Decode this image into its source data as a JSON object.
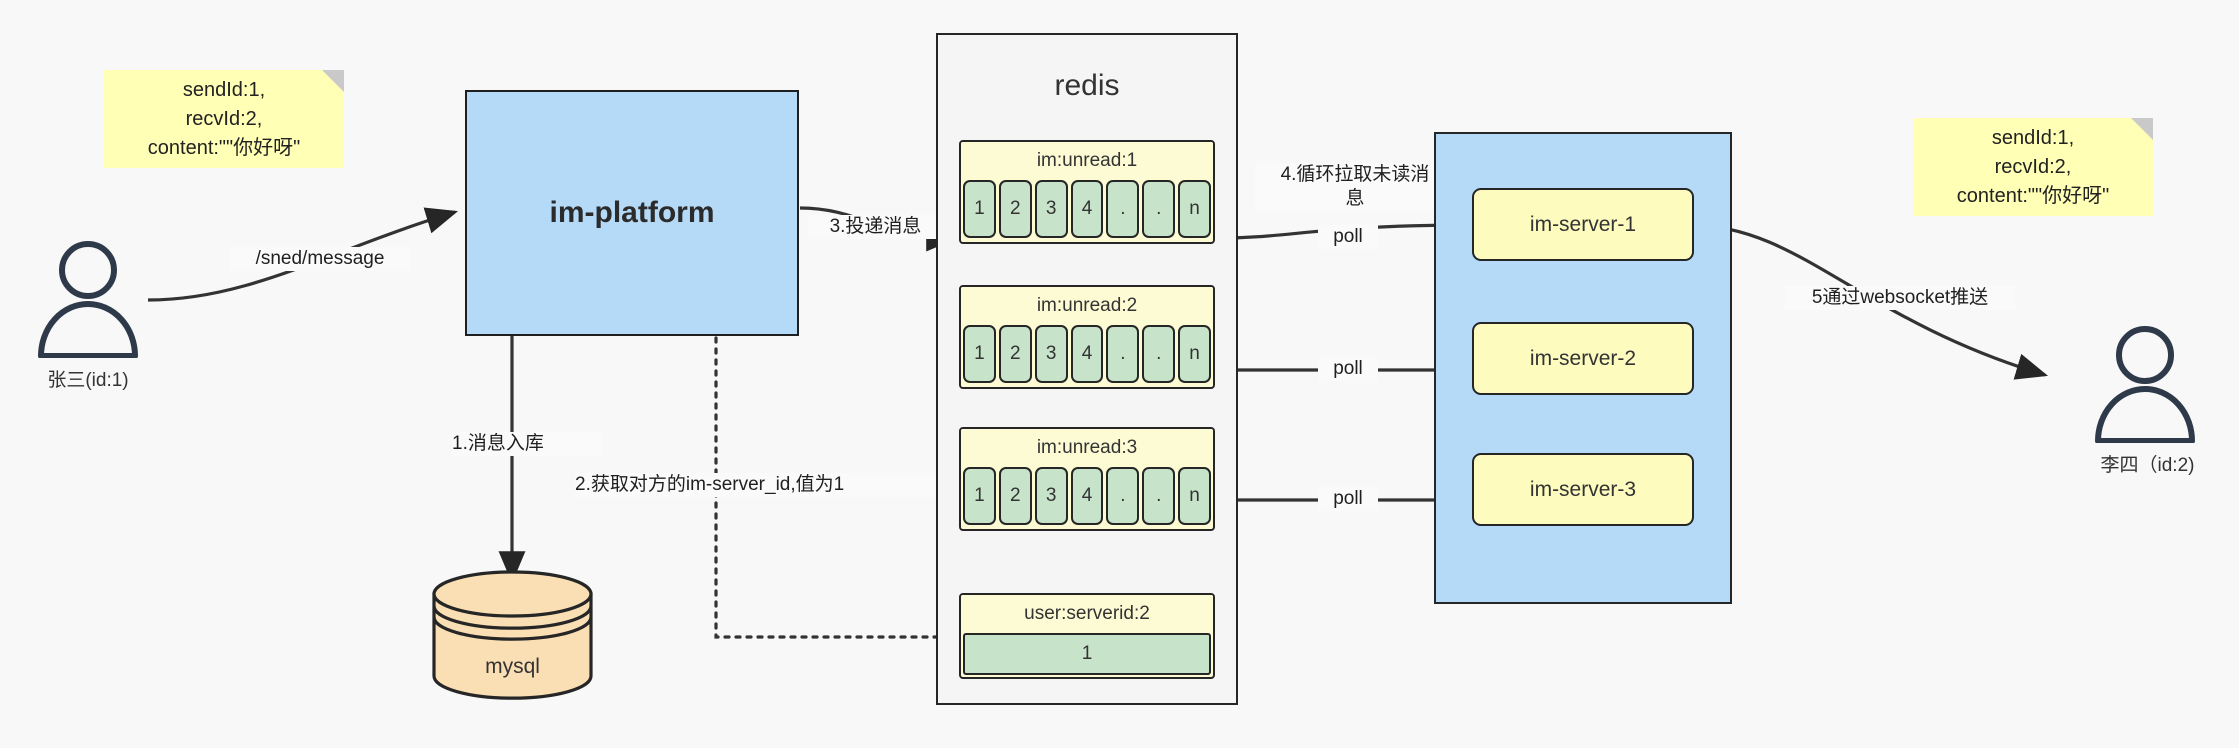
{
  "diagram": {
    "title": "IM message delivery architecture",
    "colors": {
      "note": "#ffffb5",
      "process": "#b5daf7",
      "redis_container": "#f5f5f5",
      "key_label": "#fdfbd4",
      "cell": "#c7e3ca",
      "server": "#fdfbbe",
      "db": "#fbdfb4",
      "stroke": "#262626"
    }
  },
  "notes": {
    "left": "sendId:1,\nrecvId:2,\ncontent:\"\"你好呀\"",
    "right": "sendId:1,\nrecvId:2,\ncontent:\"\"你好呀\""
  },
  "actors": {
    "sender": {
      "label": "张三(id:1)"
    },
    "receiver": {
      "label": "李四（id:2)"
    }
  },
  "platform": {
    "label": "im-platform"
  },
  "database": {
    "label": "mysql"
  },
  "redis": {
    "title": "redis",
    "keys": [
      {
        "name": "im:unread:1",
        "cells": [
          "1",
          "2",
          "3",
          "4",
          ".",
          ".",
          "n"
        ]
      },
      {
        "name": "im:unread:2",
        "cells": [
          "1",
          "2",
          "3",
          "4",
          ".",
          ".",
          "n"
        ]
      },
      {
        "name": "im:unread:3",
        "cells": [
          "1",
          "2",
          "3",
          "4",
          ".",
          ".",
          "n"
        ]
      }
    ],
    "single": {
      "name": "user:serverid:2",
      "value": "1"
    }
  },
  "servers": [
    {
      "label": "im-server-1"
    },
    {
      "label": "im-server-2"
    },
    {
      "label": "im-server-3"
    }
  ],
  "edges": {
    "send_message": "/sned/message",
    "step1": "1.消息入库",
    "step2": "2.获取对方的im-server_id,值为1",
    "step3": "3.投递消息",
    "step4": "4.循环拉取未读消\n息",
    "step5": "5通过websocket推送",
    "poll1": "poll",
    "poll2": "poll",
    "poll3": "poll"
  }
}
